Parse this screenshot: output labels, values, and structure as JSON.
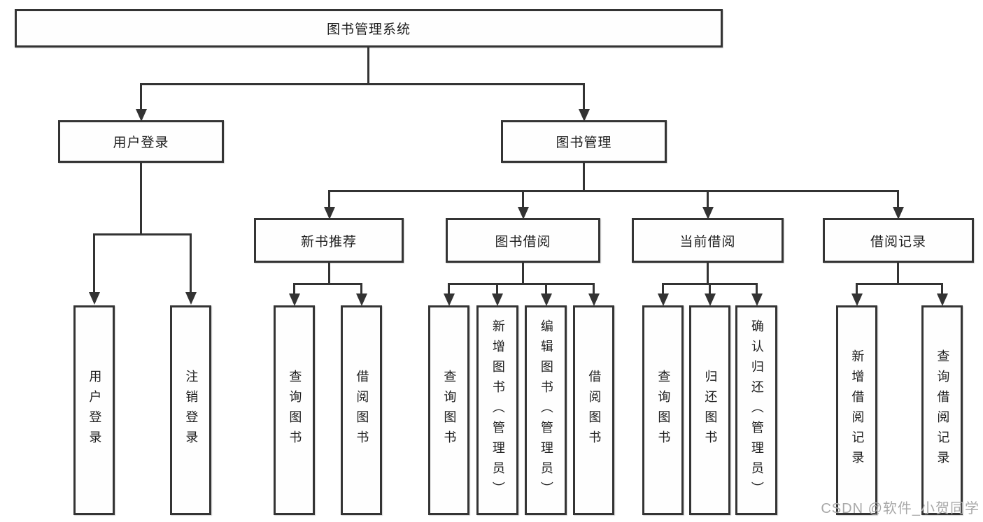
{
  "colors": {
    "line": "#333333",
    "box_border": "#343434",
    "box_background": "#fefefe",
    "text": "#1e1e1e",
    "watermark": "#a9a9a9",
    "page_background": "#ffffff"
  },
  "diagram": {
    "type": "hierarchy-tree",
    "root": {
      "label": "图书管理系统"
    },
    "level1": [
      {
        "label": "用户登录",
        "children": [
          "用户登录",
          "注销登录"
        ]
      },
      {
        "label": "图书管理"
      }
    ],
    "level2_under_book_management": [
      {
        "label": "新书推荐",
        "children": [
          "查询图书",
          "借阅图书"
        ]
      },
      {
        "label": "图书借阅",
        "children": [
          "查询图书",
          "新增图书（管理员）",
          "编辑图书（管理员）",
          "借阅图书"
        ]
      },
      {
        "label": "当前借阅",
        "children": [
          "查询图书",
          "归还图书",
          "确认归还（管理员）"
        ]
      },
      {
        "label": "借阅记录",
        "children": [
          "新增借阅记录",
          "查询借阅记录"
        ]
      }
    ],
    "watermark": "CSDN @软件_小贺同学"
  }
}
